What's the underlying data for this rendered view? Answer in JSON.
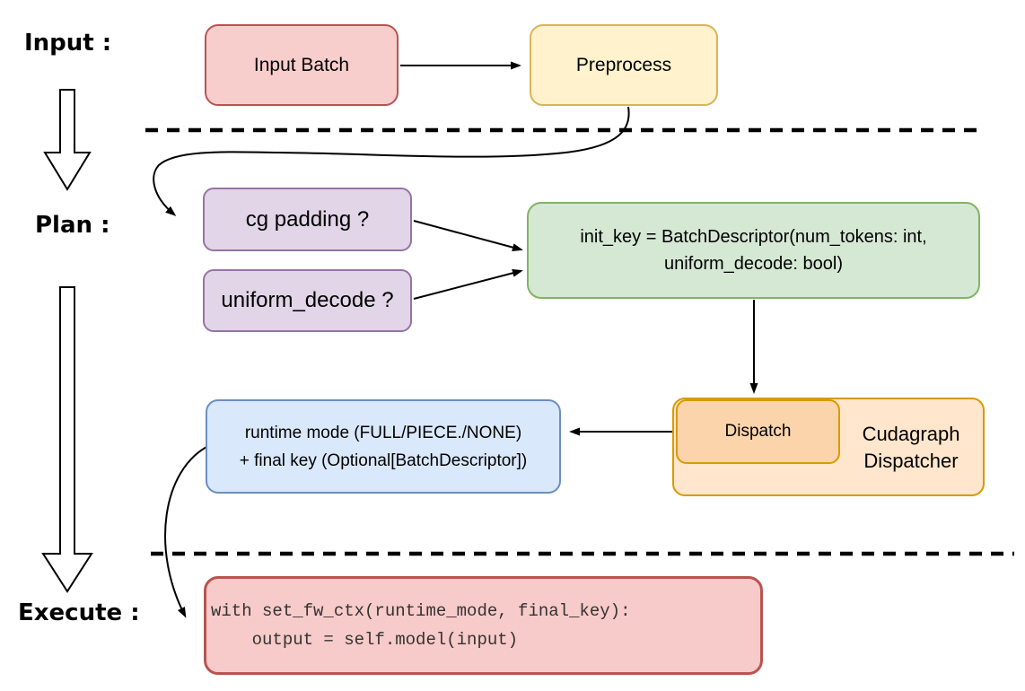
{
  "labels": {
    "input": "Input :",
    "plan": "Plan :",
    "execute": "Execute :"
  },
  "nodes": {
    "input_batch": {
      "label": "Input Batch"
    },
    "preprocess": {
      "label": "Preprocess"
    },
    "cg_padding": {
      "label": "cg padding ?"
    },
    "uniform_decode": {
      "label": "uniform_decode ?"
    },
    "init_key": {
      "lines": [
        "init_key = BatchDescriptor(num_tokens: int,",
        "uniform_decode: bool)"
      ]
    },
    "dispatch": {
      "label": "Dispatch"
    },
    "cudagraph_dispatcher": {
      "lines": [
        "Cudagraph",
        "Dispatcher"
      ]
    },
    "runtime_mode": {
      "lines": [
        "runtime mode (FULL/PIECE./NONE)",
        "+ final key (Optional[BatchDescriptor])"
      ]
    },
    "execute_code": {
      "lines": [
        "with set_fw_ctx(runtime_mode, final_key):",
        "    output = self.model(input)"
      ]
    }
  },
  "colors": {
    "pink_fill": "#f8cecc",
    "pink_stroke": "#b85450",
    "yellow_fill": "#fff2cc",
    "yellow_stroke": "#d6b656",
    "purple_fill": "#e1d5e7",
    "purple_stroke": "#9673a6",
    "green_fill": "#d5e8d4",
    "green_stroke": "#82b366",
    "blue_fill": "#dae8fc",
    "blue_stroke": "#6c8ebf",
    "orange_outer_fill": "#ffe6cc",
    "orange_inner_fill": "#fcd4ac",
    "orange_stroke": "#d79b00",
    "code_fill": "#f7cbc9",
    "code_text": "#333333",
    "connector": "#000000"
  }
}
